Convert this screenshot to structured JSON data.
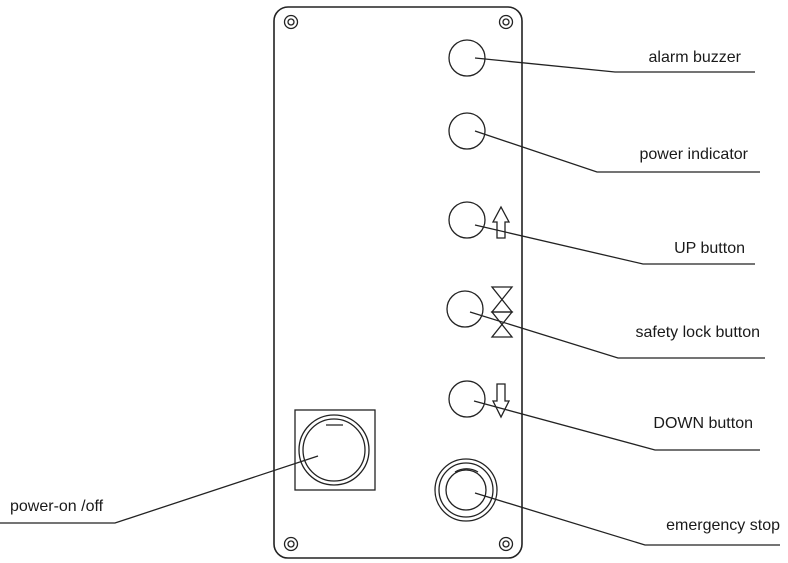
{
  "labels": {
    "alarm_buzzer": "alarm buzzer",
    "power_indicator": "power indicator",
    "up_button": "UP button",
    "safety_lock_button": "safety lock button",
    "down_button": "DOWN button",
    "emergency_stop": "emergency stop",
    "power_on_off": "power-on /off"
  },
  "colors": {
    "line": "#222222",
    "text": "#1a1a1a",
    "background": "#ffffff"
  },
  "icons": [
    "up-arrow-icon",
    "safety-lock-icon",
    "down-arrow-icon",
    "screw-icon"
  ]
}
